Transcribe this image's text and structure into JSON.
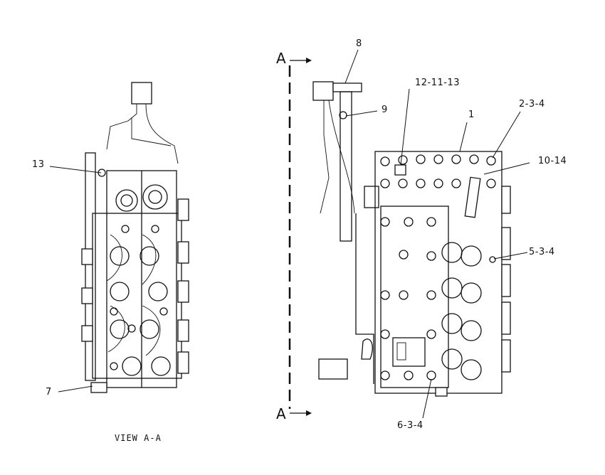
{
  "labels": {
    "l13": "13",
    "l7": "7",
    "l8": "8",
    "l9": "9",
    "l12_11_13": "12-11-13",
    "l1": "1",
    "l2_3_4": "2-3-4",
    "l10_14": "10-14",
    "l5_3_4": "5-3-4",
    "l6_3_4": "6-3-4"
  },
  "section": {
    "top": "A",
    "bottom": "A"
  },
  "view_caption": "VIEW A-A"
}
